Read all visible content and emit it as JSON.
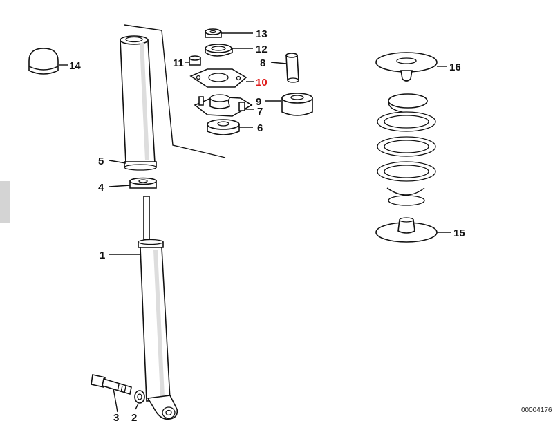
{
  "diagram": {
    "doc_id": "00004176",
    "highlight_color": "#e01b1b",
    "callouts": [
      {
        "id": "c1",
        "label": "1"
      },
      {
        "id": "c2",
        "label": "2"
      },
      {
        "id": "c3",
        "label": "3"
      },
      {
        "id": "c4",
        "label": "4"
      },
      {
        "id": "c5",
        "label": "5"
      },
      {
        "id": "c6",
        "label": "6"
      },
      {
        "id": "c7",
        "label": "7"
      },
      {
        "id": "c8",
        "label": "8"
      },
      {
        "id": "c9",
        "label": "9"
      },
      {
        "id": "c10",
        "label": "10",
        "highlighted": true
      },
      {
        "id": "c11",
        "label": "11"
      },
      {
        "id": "c12",
        "label": "12"
      },
      {
        "id": "c13",
        "label": "13"
      },
      {
        "id": "c14",
        "label": "14"
      },
      {
        "id": "c15",
        "label": "15"
      },
      {
        "id": "c16",
        "label": "16"
      }
    ]
  }
}
